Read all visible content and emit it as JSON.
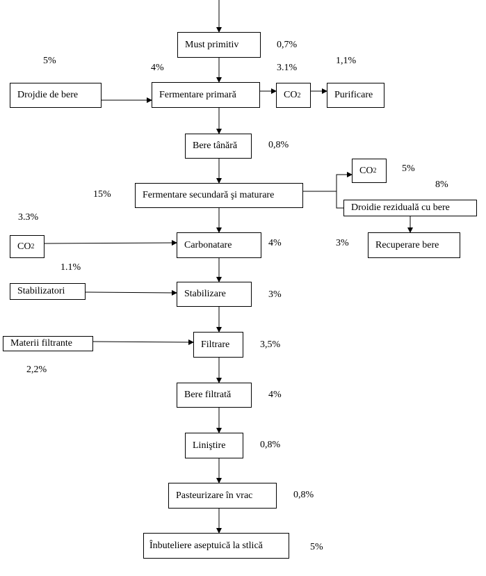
{
  "nodes": {
    "must": "Must primitiv",
    "drojdie": "Drojdie de bere",
    "ferm1": "Fermentare primară",
    "co2_a": "CO",
    "purificare": "Purificare",
    "bere_tanara": "Bere tânără",
    "ferm2": "Fermentare secundară şi maturare",
    "co2_b": "CO",
    "droidie": "Droidie reziduală cu bere",
    "recuperare": "Recuperare bere",
    "co2_c": "CO",
    "carbonatare": "Carbonatare",
    "stabilizatori": "Stabilizatori",
    "stabilizare": "Stabilizare",
    "materii": "Materii filtrante",
    "filtrare": "Filtrare",
    "bere_filtrata": "Bere filtrată",
    "linistire": "Liniştire",
    "pasteurizare": "Pasteurizare în vrac",
    "imbuteliere": "Înbuteliere aseptuică la stlică"
  },
  "co2_subscript": "2",
  "percents": [
    "5%",
    "4%",
    "0,7%",
    "3.1%",
    "1,1%",
    "0,8%",
    "15%",
    "5%",
    "8%",
    "3.3%",
    "4%",
    "3%",
    "1.1%",
    "3%",
    "3,5%",
    "2,2%",
    "4%",
    "0,8%",
    "0,8%",
    "5%"
  ]
}
